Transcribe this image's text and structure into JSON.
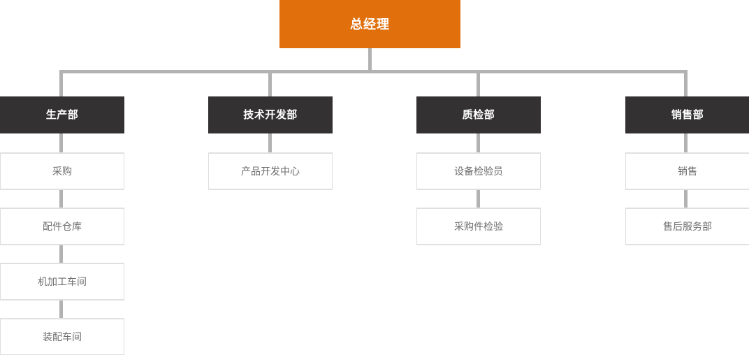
{
  "chart_title": "",
  "colors": {
    "root_fill": "#e06f0c",
    "root_text": "#ffffff",
    "dept_fill": "#333131",
    "dept_text": "#ffffff",
    "sub_fill": "#ffffff",
    "sub_border": "#dedede",
    "sub_text": "#6e6e6e",
    "connector": "#b2b2b2",
    "background": "#ffffff"
  },
  "root": {
    "label": "总经理"
  },
  "departments": [
    {
      "label": "生产部",
      "children": [
        {
          "label": "采购"
        },
        {
          "label": "配件仓库"
        },
        {
          "label": "机加工车间"
        },
        {
          "label": "装配车间"
        }
      ]
    },
    {
      "label": "技术开发部",
      "children": [
        {
          "label": "产品开发中心"
        }
      ]
    },
    {
      "label": "质检部",
      "children": [
        {
          "label": "设备检验员"
        },
        {
          "label": "采购件检验"
        }
      ]
    },
    {
      "label": "销售部",
      "children": [
        {
          "label": "销售"
        },
        {
          "label": "售后服务部"
        }
      ]
    }
  ]
}
